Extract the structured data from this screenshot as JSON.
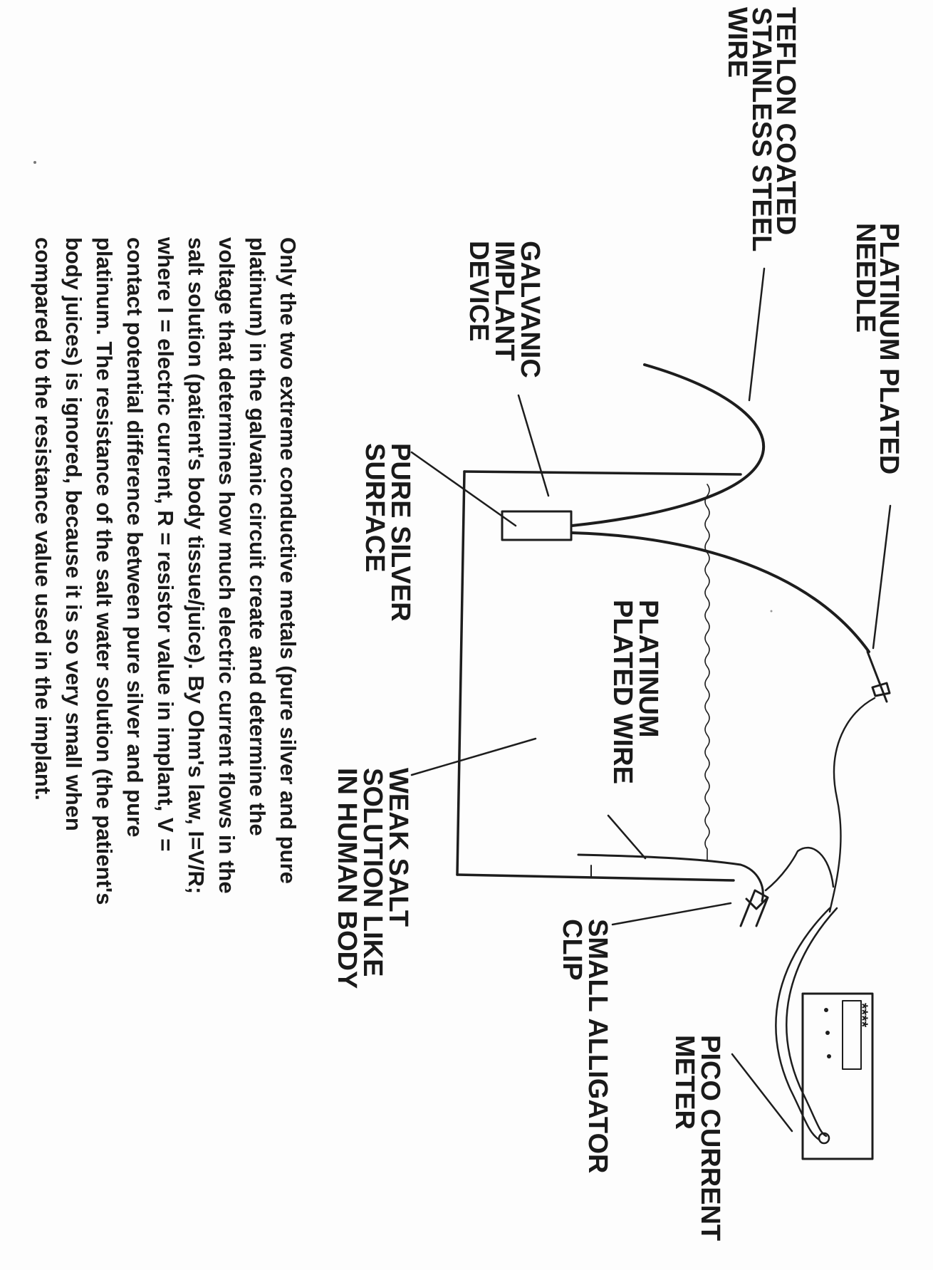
{
  "diagram": {
    "labels": {
      "needle": [
        "PLATINUM PLATED",
        "NEEDLE"
      ],
      "teflon": [
        "TEFLON COATED",
        "STAINLESS STEEL",
        "WIRE"
      ],
      "galvanic": [
        "GALVANIC",
        "IMPLANT",
        "DEVICE"
      ],
      "silver": [
        "PURE SILVER",
        "SURFACE"
      ],
      "platwire": [
        "PLATINUM",
        "PLATED WIRE"
      ],
      "salt": [
        "WEAK SALT",
        "SOLUTION LIKE",
        "IN HUMAN BODY"
      ],
      "clip": [
        "SMALL ALLIGATOR",
        "CLIP"
      ],
      "meter": [
        "PICO CURRENT",
        "METER"
      ]
    },
    "meter_display": "****",
    "explanation": [
      "Only the two extreme conductive metals (pure silver and pure",
      "platinum) in the galvanic circuit create and determine the",
      "voltage that determines how much electric current flows in the",
      "salt solution (patient's body tissue/juice).  By Ohm's law, I=V/R;",
      "where I = electric current, R = resistor value in implant, V =",
      "contact potential difference between pure silver and pure",
      "platinum.  The resistance of the salt water solution (the patient's",
      "body juices) is ignored, because it is so very small when",
      "compared to the resistance value used in the implant."
    ]
  }
}
